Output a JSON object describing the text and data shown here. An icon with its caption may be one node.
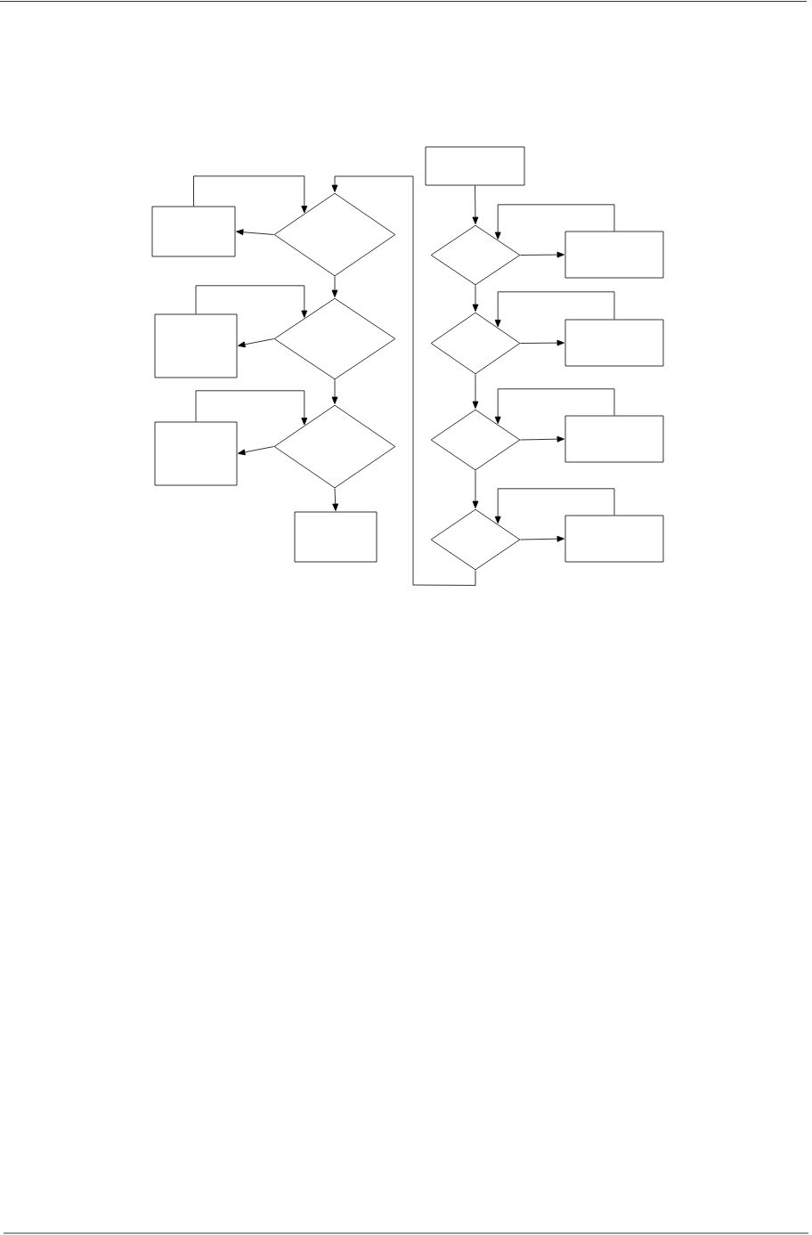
{
  "diagram": {
    "nodes": [
      {
        "text": [],
        "shape": "box"
      },
      {
        "text": [],
        "shape": "diamond"
      },
      {
        "text": [],
        "shape": "box"
      },
      {
        "text": [],
        "shape": "diamond"
      },
      {
        "text": [],
        "shape": "box"
      },
      {
        "text": [],
        "shape": "diamond"
      },
      {
        "text": [],
        "shape": "box"
      },
      {
        "text": [],
        "shape": "diamond"
      },
      {
        "text": [],
        "shape": "box"
      },
      {
        "text": [],
        "shape": "diamond"
      },
      {
        "text": [],
        "shape": "box"
      },
      {
        "text": [],
        "shape": "diamond"
      },
      {
        "text": [],
        "shape": "box"
      },
      {
        "text": [],
        "shape": "diamond"
      },
      {
        "text": [],
        "shape": "box"
      },
      {
        "text": [],
        "shape": "box"
      }
    ],
    "edges": [
      {
        "from": 0,
        "to": 1,
        "arrow": "to"
      },
      {
        "from": 1,
        "to": 2,
        "arrow": "to"
      },
      {
        "from": 2,
        "to": 1,
        "arrow": "to"
      },
      {
        "from": 1,
        "to": 3,
        "arrow": "to"
      },
      {
        "from": 3,
        "to": 4,
        "arrow": "to"
      },
      {
        "from": 4,
        "to": 3,
        "arrow": "to"
      },
      {
        "from": 3,
        "to": 5,
        "arrow": "to"
      },
      {
        "from": 5,
        "to": 6,
        "arrow": "to"
      },
      {
        "from": 6,
        "to": 5,
        "arrow": "to"
      },
      {
        "from": 5,
        "to": 7,
        "arrow": "to"
      },
      {
        "from": 7,
        "to": 8,
        "arrow": "to"
      },
      {
        "from": 8,
        "to": 7,
        "arrow": "to"
      },
      {
        "from": 7,
        "to": 9,
        "arrow": "to"
      },
      {
        "from": 9,
        "to": 10,
        "arrow": "to"
      },
      {
        "from": 10,
        "to": 9,
        "arrow": "to"
      },
      {
        "from": 9,
        "to": 11,
        "arrow": "to"
      },
      {
        "from": 11,
        "to": 12,
        "arrow": "to"
      },
      {
        "from": 12,
        "to": 11,
        "arrow": "to"
      },
      {
        "from": 11,
        "to": 13,
        "arrow": "to"
      },
      {
        "from": 13,
        "to": 14,
        "arrow": "to"
      },
      {
        "from": 14,
        "to": 13,
        "arrow": "to"
      },
      {
        "from": 13,
        "to": 15,
        "arrow": "to"
      }
    ]
  }
}
